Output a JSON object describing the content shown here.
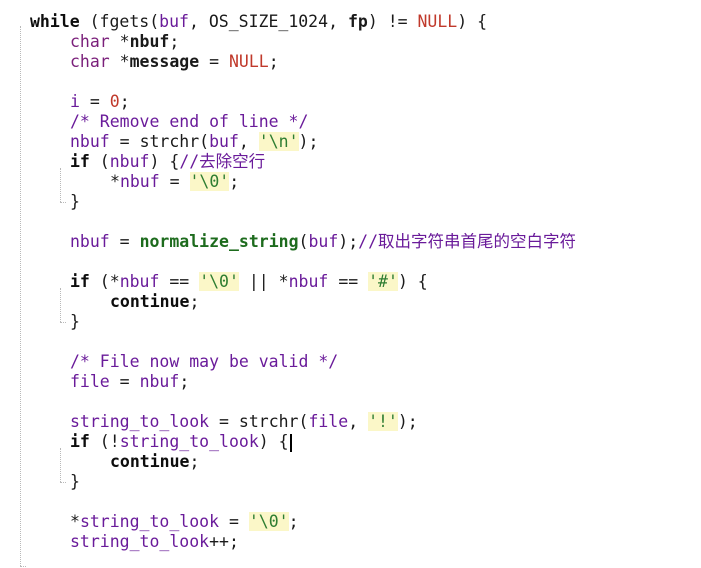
{
  "code_lines": [
    {
      "indent": 0,
      "tokens": [
        {
          "c": "kw",
          "t": "while"
        },
        {
          "c": "pun",
          "t": " ("
        },
        {
          "c": "fn",
          "t": "fgets"
        },
        {
          "c": "pun",
          "t": "("
        },
        {
          "c": "id",
          "t": "buf"
        },
        {
          "c": "pun",
          "t": ", "
        },
        {
          "c": "mac",
          "t": "OS_SIZE_1024"
        },
        {
          "c": "pun",
          "t": ", "
        },
        {
          "c": "idb",
          "t": "fp"
        },
        {
          "c": "pun",
          "t": ") "
        },
        {
          "c": "op",
          "t": "!="
        },
        {
          "c": "pun",
          "t": " "
        },
        {
          "c": "null",
          "t": "NULL"
        },
        {
          "c": "pun",
          "t": ") {"
        }
      ]
    },
    {
      "indent": 1,
      "tokens": [
        {
          "c": "ty",
          "t": "char"
        },
        {
          "c": "pun",
          "t": " *"
        },
        {
          "c": "idb",
          "t": "nbuf"
        },
        {
          "c": "pun",
          "t": ";"
        }
      ]
    },
    {
      "indent": 1,
      "tokens": [
        {
          "c": "ty",
          "t": "char"
        },
        {
          "c": "pun",
          "t": " *"
        },
        {
          "c": "idb",
          "t": "message"
        },
        {
          "c": "pun",
          "t": " = "
        },
        {
          "c": "null",
          "t": "NULL"
        },
        {
          "c": "pun",
          "t": ";"
        }
      ]
    },
    {
      "indent": 1,
      "tokens": []
    },
    {
      "indent": 1,
      "tokens": [
        {
          "c": "id",
          "t": "i"
        },
        {
          "c": "pun",
          "t": " = "
        },
        {
          "c": "num",
          "t": "0"
        },
        {
          "c": "pun",
          "t": ";"
        }
      ]
    },
    {
      "indent": 1,
      "tokens": [
        {
          "c": "cmt",
          "t": "/* Remove end of line */"
        }
      ]
    },
    {
      "indent": 1,
      "tokens": [
        {
          "c": "id",
          "t": "nbuf"
        },
        {
          "c": "pun",
          "t": " = "
        },
        {
          "c": "fn",
          "t": "strchr"
        },
        {
          "c": "pun",
          "t": "("
        },
        {
          "c": "id",
          "t": "buf"
        },
        {
          "c": "pun",
          "t": ", "
        },
        {
          "c": "str",
          "t": "'\\n'"
        },
        {
          "c": "pun",
          "t": ");"
        }
      ]
    },
    {
      "indent": 1,
      "tokens": [
        {
          "c": "kw",
          "t": "if"
        },
        {
          "c": "pun",
          "t": " ("
        },
        {
          "c": "id",
          "t": "nbuf"
        },
        {
          "c": "pun",
          "t": ") {"
        },
        {
          "c": "cmt",
          "t": "//去除空行"
        }
      ]
    },
    {
      "indent": 2,
      "tokens": [
        {
          "c": "pun",
          "t": "*"
        },
        {
          "c": "id",
          "t": "nbuf"
        },
        {
          "c": "pun",
          "t": " = "
        },
        {
          "c": "str",
          "t": "'\\0'"
        },
        {
          "c": "pun",
          "t": ";"
        }
      ]
    },
    {
      "indent": 1,
      "tokens": [
        {
          "c": "pun",
          "t": "}"
        }
      ]
    },
    {
      "indent": 1,
      "tokens": []
    },
    {
      "indent": 1,
      "tokens": [
        {
          "c": "id",
          "t": "nbuf"
        },
        {
          "c": "pun",
          "t": " = "
        },
        {
          "c": "fnb",
          "t": "normalize_string"
        },
        {
          "c": "pun",
          "t": "("
        },
        {
          "c": "id",
          "t": "buf"
        },
        {
          "c": "pun",
          "t": ");"
        },
        {
          "c": "cmt",
          "t": "//取出字符串首尾的空白字符"
        }
      ]
    },
    {
      "indent": 1,
      "tokens": []
    },
    {
      "indent": 1,
      "tokens": [
        {
          "c": "kw",
          "t": "if"
        },
        {
          "c": "pun",
          "t": " (*"
        },
        {
          "c": "id",
          "t": "nbuf"
        },
        {
          "c": "pun",
          "t": " "
        },
        {
          "c": "op",
          "t": "=="
        },
        {
          "c": "pun",
          "t": " "
        },
        {
          "c": "str",
          "t": "'\\0'"
        },
        {
          "c": "pun",
          "t": " "
        },
        {
          "c": "op",
          "t": "||"
        },
        {
          "c": "pun",
          "t": " *"
        },
        {
          "c": "id",
          "t": "nbuf"
        },
        {
          "c": "pun",
          "t": " "
        },
        {
          "c": "op",
          "t": "=="
        },
        {
          "c": "pun",
          "t": " "
        },
        {
          "c": "str",
          "t": "'#'"
        },
        {
          "c": "pun",
          "t": ") {"
        }
      ]
    },
    {
      "indent": 2,
      "tokens": [
        {
          "c": "kw",
          "t": "continue"
        },
        {
          "c": "pun",
          "t": ";"
        }
      ]
    },
    {
      "indent": 1,
      "tokens": [
        {
          "c": "pun",
          "t": "}"
        }
      ]
    },
    {
      "indent": 1,
      "tokens": []
    },
    {
      "indent": 1,
      "tokens": [
        {
          "c": "cmt",
          "t": "/* File now may be valid */"
        }
      ]
    },
    {
      "indent": 1,
      "tokens": [
        {
          "c": "id",
          "t": "file"
        },
        {
          "c": "pun",
          "t": " = "
        },
        {
          "c": "id",
          "t": "nbuf"
        },
        {
          "c": "pun",
          "t": ";"
        }
      ]
    },
    {
      "indent": 1,
      "tokens": []
    },
    {
      "indent": 1,
      "tokens": [
        {
          "c": "id",
          "t": "string_to_look"
        },
        {
          "c": "pun",
          "t": " = "
        },
        {
          "c": "fn",
          "t": "strchr"
        },
        {
          "c": "pun",
          "t": "("
        },
        {
          "c": "id",
          "t": "file"
        },
        {
          "c": "pun",
          "t": ", "
        },
        {
          "c": "str",
          "t": "'!'"
        },
        {
          "c": "pun",
          "t": ");"
        }
      ]
    },
    {
      "indent": 1,
      "tokens": [
        {
          "c": "kw",
          "t": "if"
        },
        {
          "c": "pun",
          "t": " (!"
        },
        {
          "c": "id",
          "t": "string_to_look"
        },
        {
          "c": "pun",
          "t": ") {"
        }
      ],
      "caret": true
    },
    {
      "indent": 2,
      "tokens": [
        {
          "c": "kw",
          "t": "continue"
        },
        {
          "c": "pun",
          "t": ";"
        }
      ]
    },
    {
      "indent": 1,
      "tokens": [
        {
          "c": "pun",
          "t": "}"
        }
      ]
    },
    {
      "indent": 1,
      "tokens": []
    },
    {
      "indent": 1,
      "tokens": [
        {
          "c": "pun",
          "t": "*"
        },
        {
          "c": "id",
          "t": "string_to_look"
        },
        {
          "c": "pun",
          "t": " = "
        },
        {
          "c": "str",
          "t": "'\\0'"
        },
        {
          "c": "pun",
          "t": ";"
        }
      ]
    },
    {
      "indent": 1,
      "tokens": [
        {
          "c": "id",
          "t": "string_to_look"
        },
        {
          "c": "op",
          "t": "++"
        },
        {
          "c": "pun",
          "t": ";"
        }
      ]
    }
  ]
}
